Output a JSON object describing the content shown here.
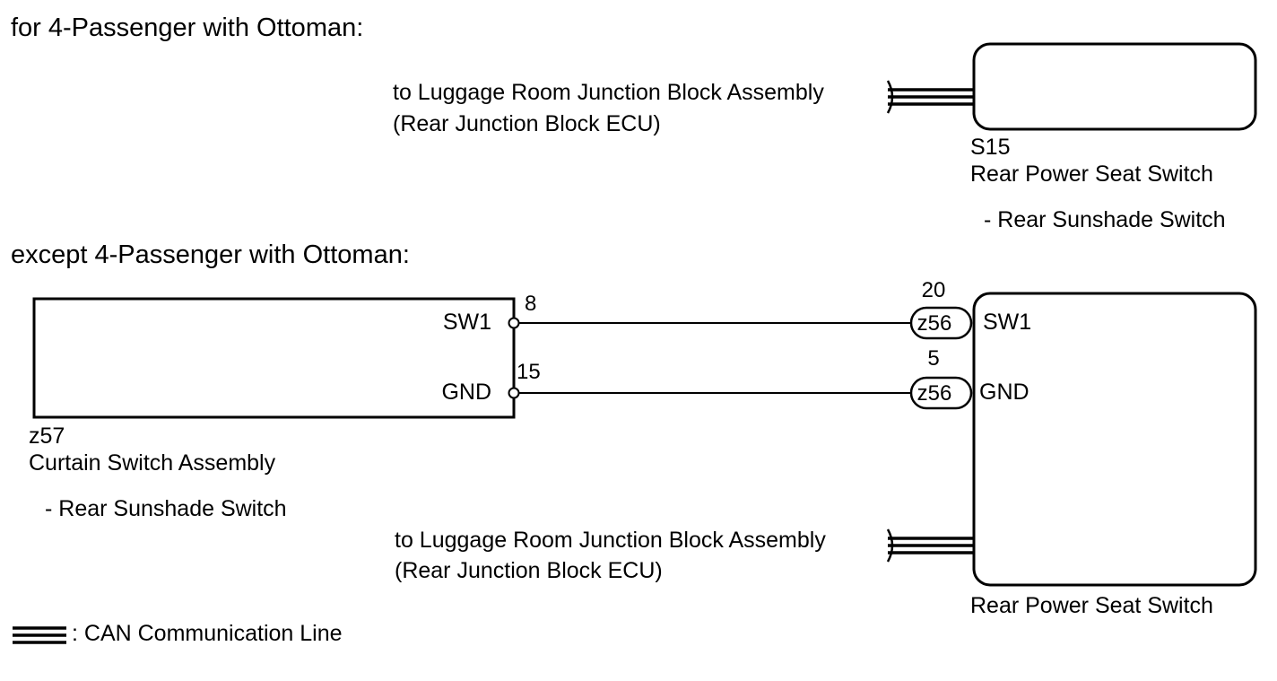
{
  "section_top": {
    "heading": "for 4-Passenger with Ottoman:",
    "destination_line1": "to Luggage Room Junction Block Assembly",
    "destination_line2": "(Rear Junction Block ECU)",
    "component_code": "S15",
    "component_name": "Rear Power Seat Switch",
    "component_sub": "- Rear Sunshade Switch"
  },
  "section_bottom": {
    "heading": "except 4-Passenger with Ottoman:",
    "left_component": {
      "code": "z57",
      "name": "Curtain Switch Assembly",
      "sub": "- Rear Sunshade Switch",
      "pins": [
        {
          "label": "SW1",
          "number": "8"
        },
        {
          "label": "GND",
          "number": "15"
        }
      ]
    },
    "right_component": {
      "name": "Rear Power Seat Switch",
      "pins": [
        {
          "label": "SW1",
          "number": "20",
          "connector": "z56"
        },
        {
          "label": "GND",
          "number": "5",
          "connector": "z56"
        }
      ]
    },
    "destination_line1": "to Luggage Room Junction Block Assembly",
    "destination_line2": "(Rear Junction Block ECU)"
  },
  "legend": {
    "text": ": CAN Communication Line"
  }
}
